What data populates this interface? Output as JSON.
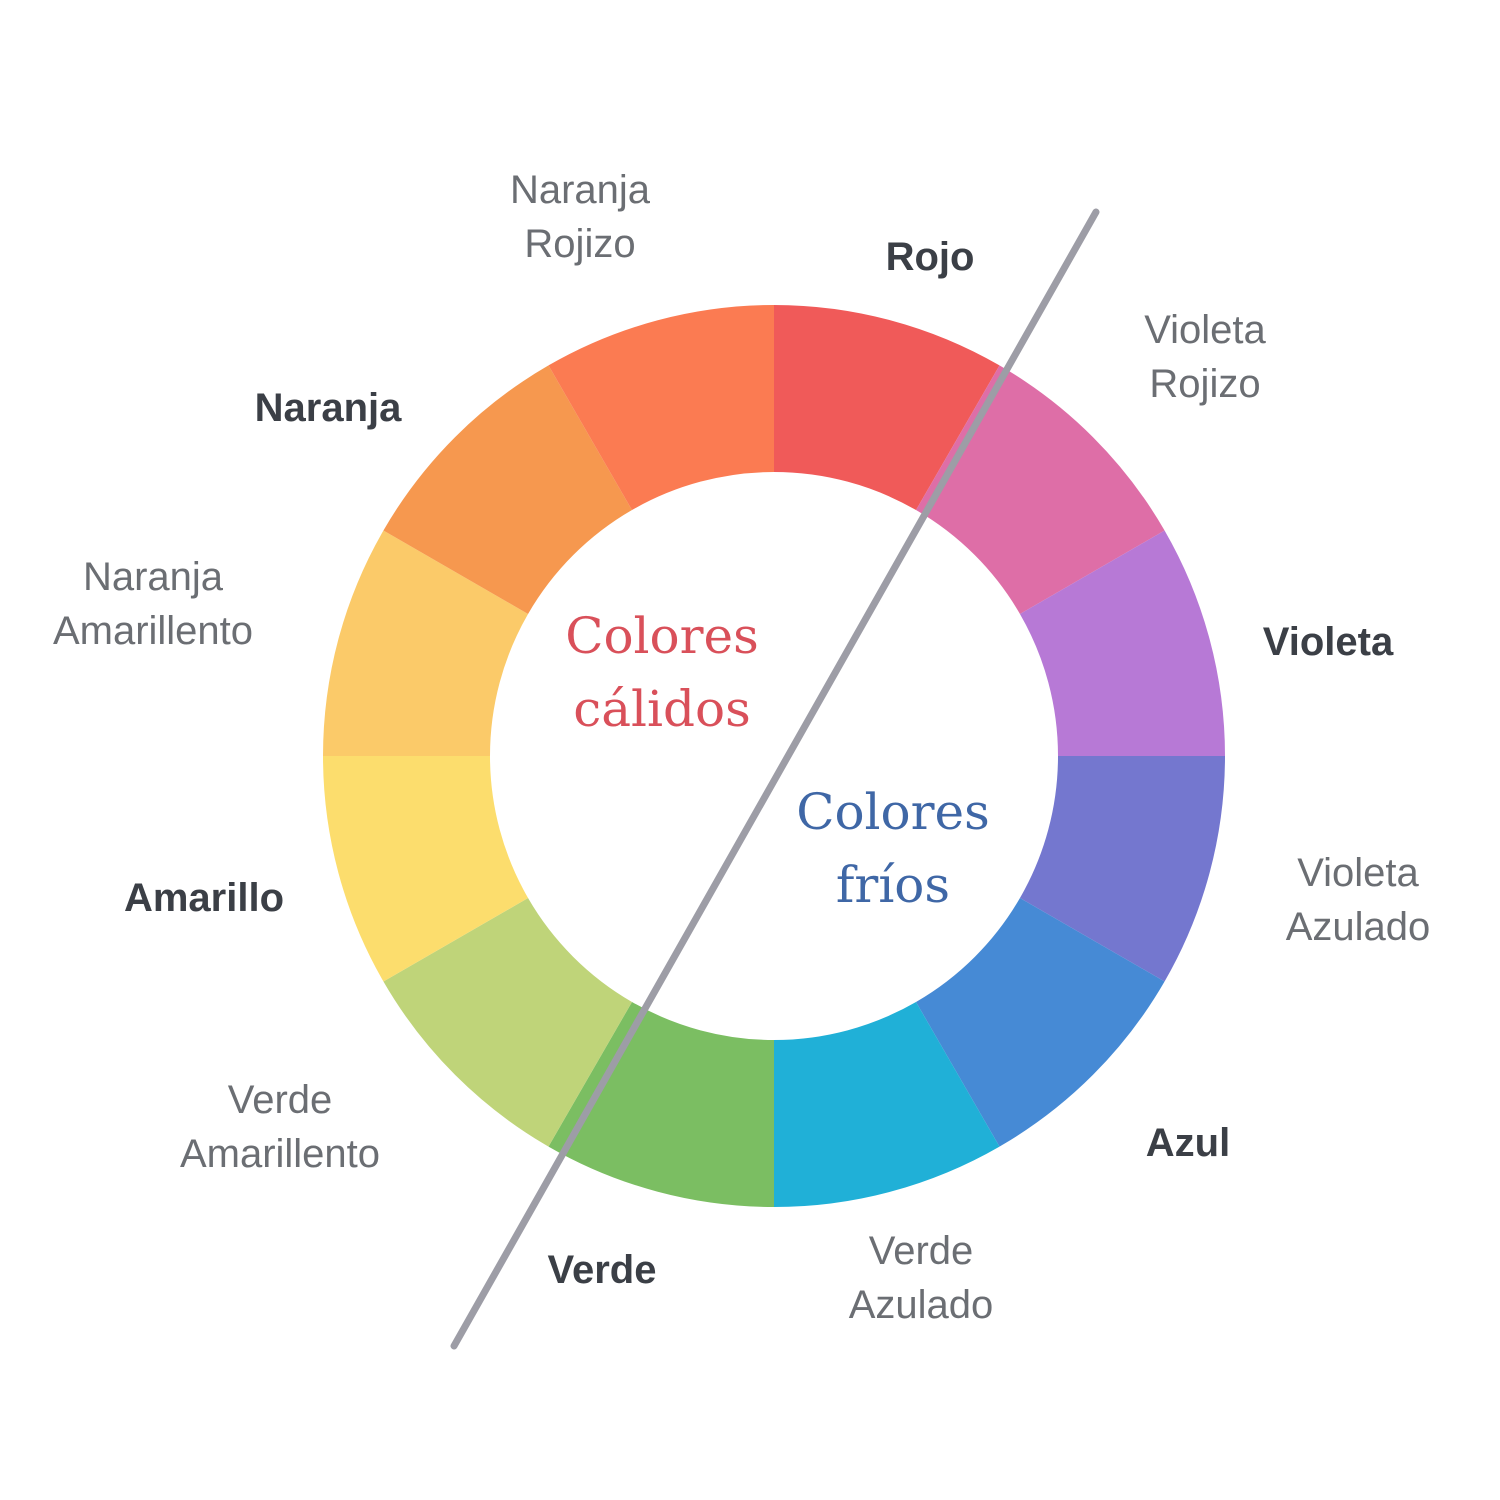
{
  "segments": [
    {
      "name": "Rojo",
      "lines": [
        "Rojo"
      ],
      "color": "#f05a59",
      "primary": true
    },
    {
      "name": "Violeta Rojizo",
      "lines": [
        "Violeta",
        "Rojizo"
      ],
      "color": "#de6ea7",
      "primary": false
    },
    {
      "name": "Violeta",
      "lines": [
        "Violeta"
      ],
      "color": "#b779d6",
      "primary": true
    },
    {
      "name": "Violeta Azulado",
      "lines": [
        "Violeta",
        "Azulado"
      ],
      "color": "#7477cf",
      "primary": false
    },
    {
      "name": "Azul",
      "lines": [
        "Azul"
      ],
      "color": "#468ad5",
      "primary": true
    },
    {
      "name": "Verde Azulado",
      "lines": [
        "Verde",
        "Azulado"
      ],
      "color": "#20b0d7",
      "primary": false
    },
    {
      "name": "Verde",
      "lines": [
        "Verde"
      ],
      "color": "#7bbe62",
      "primary": true
    },
    {
      "name": "Verde Amarillento",
      "lines": [
        "Verde",
        "Amarillento"
      ],
      "color": "#bfd479",
      "primary": false
    },
    {
      "name": "Amarillo",
      "lines": [
        "Amarillo"
      ],
      "color": "#fcdd6d",
      "primary": true
    },
    {
      "name": "Naranja Amarillento",
      "lines": [
        "Naranja",
        "Amarillento"
      ],
      "color": "#fbca69",
      "primary": false
    },
    {
      "name": "Naranja",
      "lines": [
        "Naranja"
      ],
      "color": "#f6984f",
      "primary": true
    },
    {
      "name": "Naranja Rojizo",
      "lines": [
        "Naranja",
        "Rojizo"
      ],
      "color": "#fb7b52",
      "primary": false
    }
  ],
  "warm": {
    "line1": "Colores",
    "line2": "cálidos",
    "color": "#d9505a"
  },
  "cool": {
    "line1": "Colores",
    "line2": "fríos",
    "color": "#3f67a6"
  },
  "divider_color": "#9d9da6"
}
